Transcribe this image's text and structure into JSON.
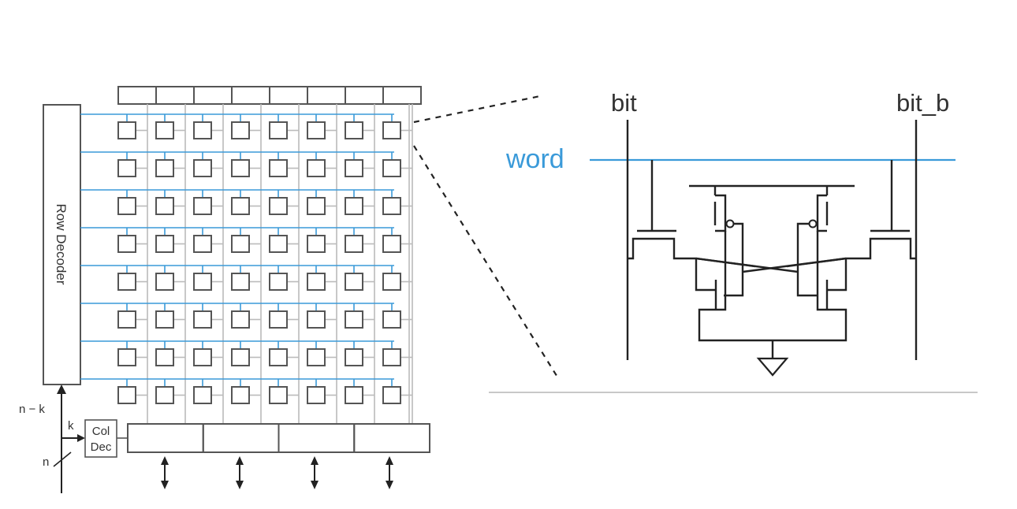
{
  "labels": {
    "row_decoder": "Row Decoder",
    "col_dec_line1": "Col",
    "col_dec_line2": "Dec",
    "n_minus_k": "n − k",
    "k": "k",
    "n": "n",
    "bit": "bit",
    "bit_b": "bit_b",
    "word": "word"
  },
  "array": {
    "rows": 8,
    "columns": 8,
    "column_mux_groups": 4
  },
  "colors": {
    "wordline": "#3a9ad9",
    "cell": "#555555",
    "bitline": "#bbbbbb",
    "circuit": "#222222"
  }
}
